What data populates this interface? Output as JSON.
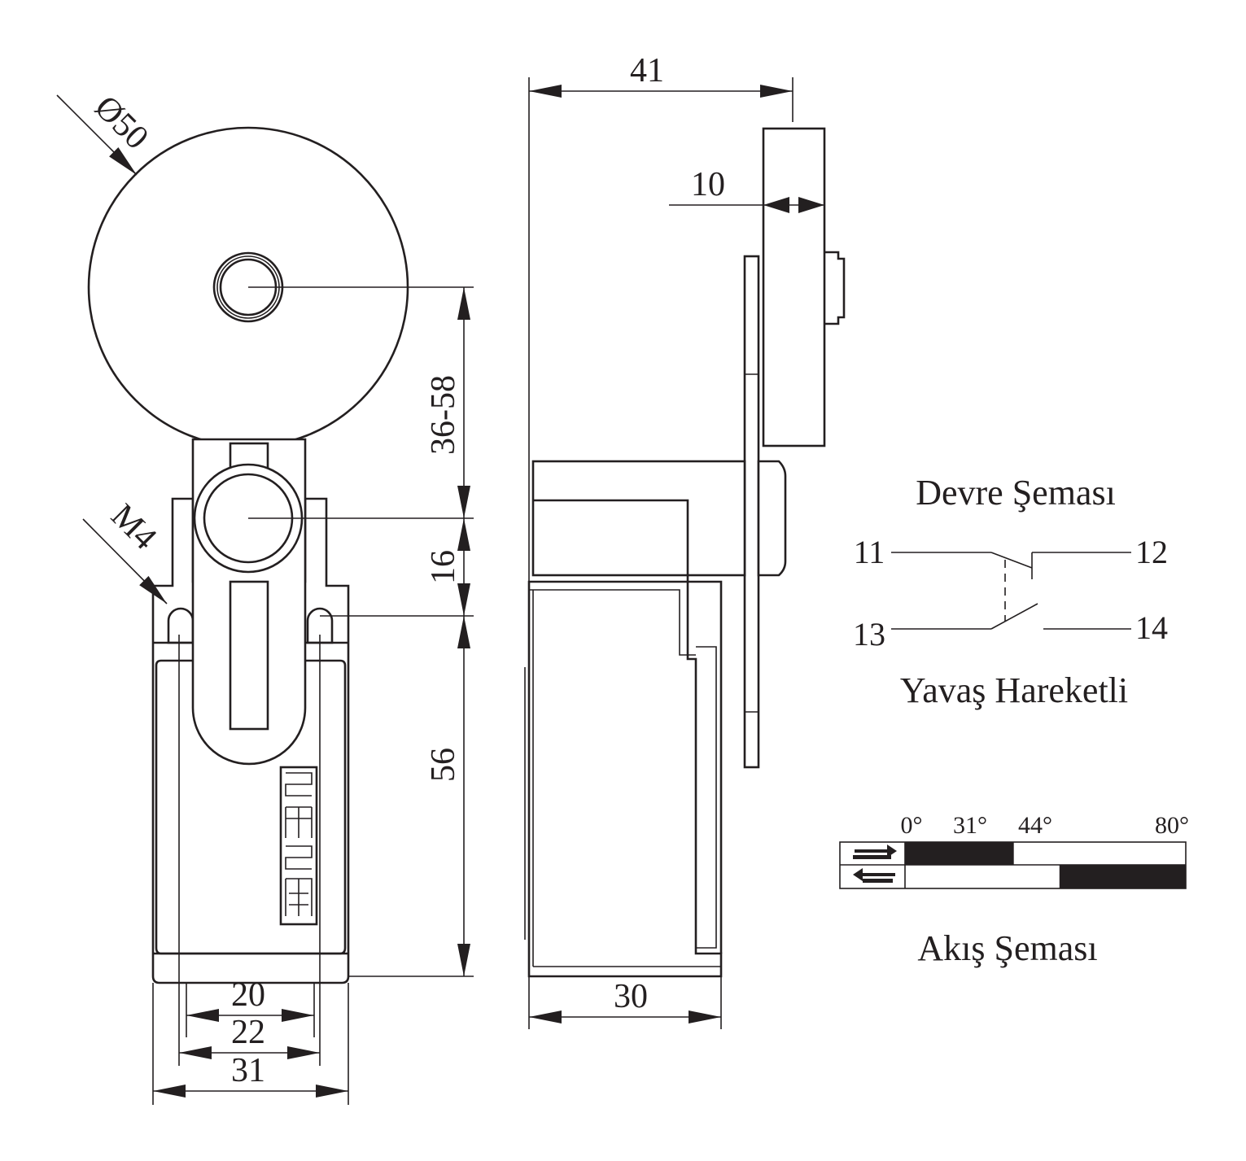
{
  "front_view": {
    "dim_diameter": "Ø50",
    "dim_thread": "M4",
    "dim_lever_length": "36-58",
    "dim_roller_to_hole": "16",
    "dim_body_height": "56",
    "dim_width_20": "20",
    "dim_width_22": "22",
    "dim_width_31": "31",
    "logo_text": "emas"
  },
  "side_view": {
    "dim_total_depth": "41",
    "dim_roller_width": "10",
    "dim_body_depth": "30"
  },
  "circuit": {
    "title": "Devre Şeması",
    "terminal_11": "11",
    "terminal_12": "12",
    "terminal_13": "13",
    "terminal_14": "14",
    "subtitle": "Yavaş Hareketli"
  },
  "flow": {
    "title": "Akış Şeması",
    "angles": [
      "0°",
      "31°",
      "44°",
      "80°"
    ],
    "rows": [
      {
        "direction": "forward-arrow-icon",
        "active_from_deg": 0,
        "active_to_deg": 31
      },
      {
        "direction": "backward-arrow-icon",
        "active_from_deg": 44,
        "active_to_deg": 80
      }
    ]
  }
}
